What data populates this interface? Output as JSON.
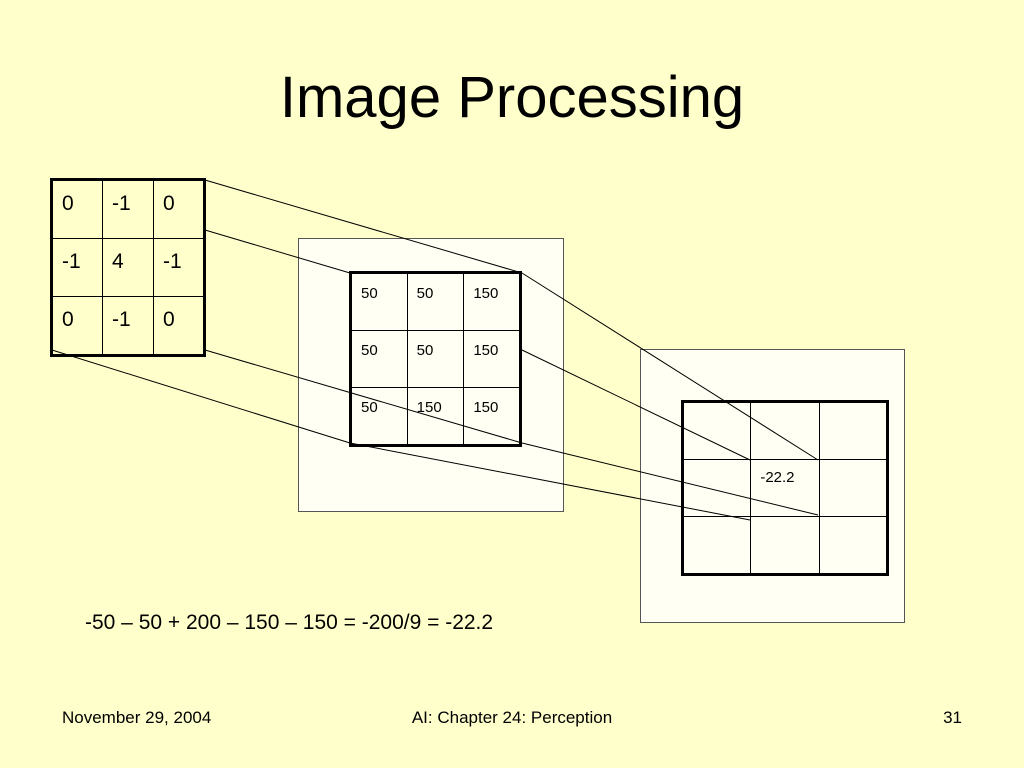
{
  "slide": {
    "title": "Image Processing",
    "kernel": [
      [
        "0",
        "-1",
        "0"
      ],
      [
        "-1",
        "4",
        "-1"
      ],
      [
        "0",
        "-1",
        "0"
      ]
    ],
    "image_patch": [
      [
        "50",
        "50",
        "150"
      ],
      [
        "50",
        "50",
        "150"
      ],
      [
        "50",
        "150",
        "150"
      ]
    ],
    "output_grid": [
      [
        "",
        "",
        ""
      ],
      [
        "",
        "-22.2",
        ""
      ],
      [
        "",
        "",
        ""
      ]
    ],
    "equation": "-50 – 50 + 200 – 150 – 150 = -200/9 = -22.2"
  },
  "footer": {
    "date": "November 29, 2004",
    "course": "AI: Chapter 24: Perception",
    "page": "31"
  }
}
